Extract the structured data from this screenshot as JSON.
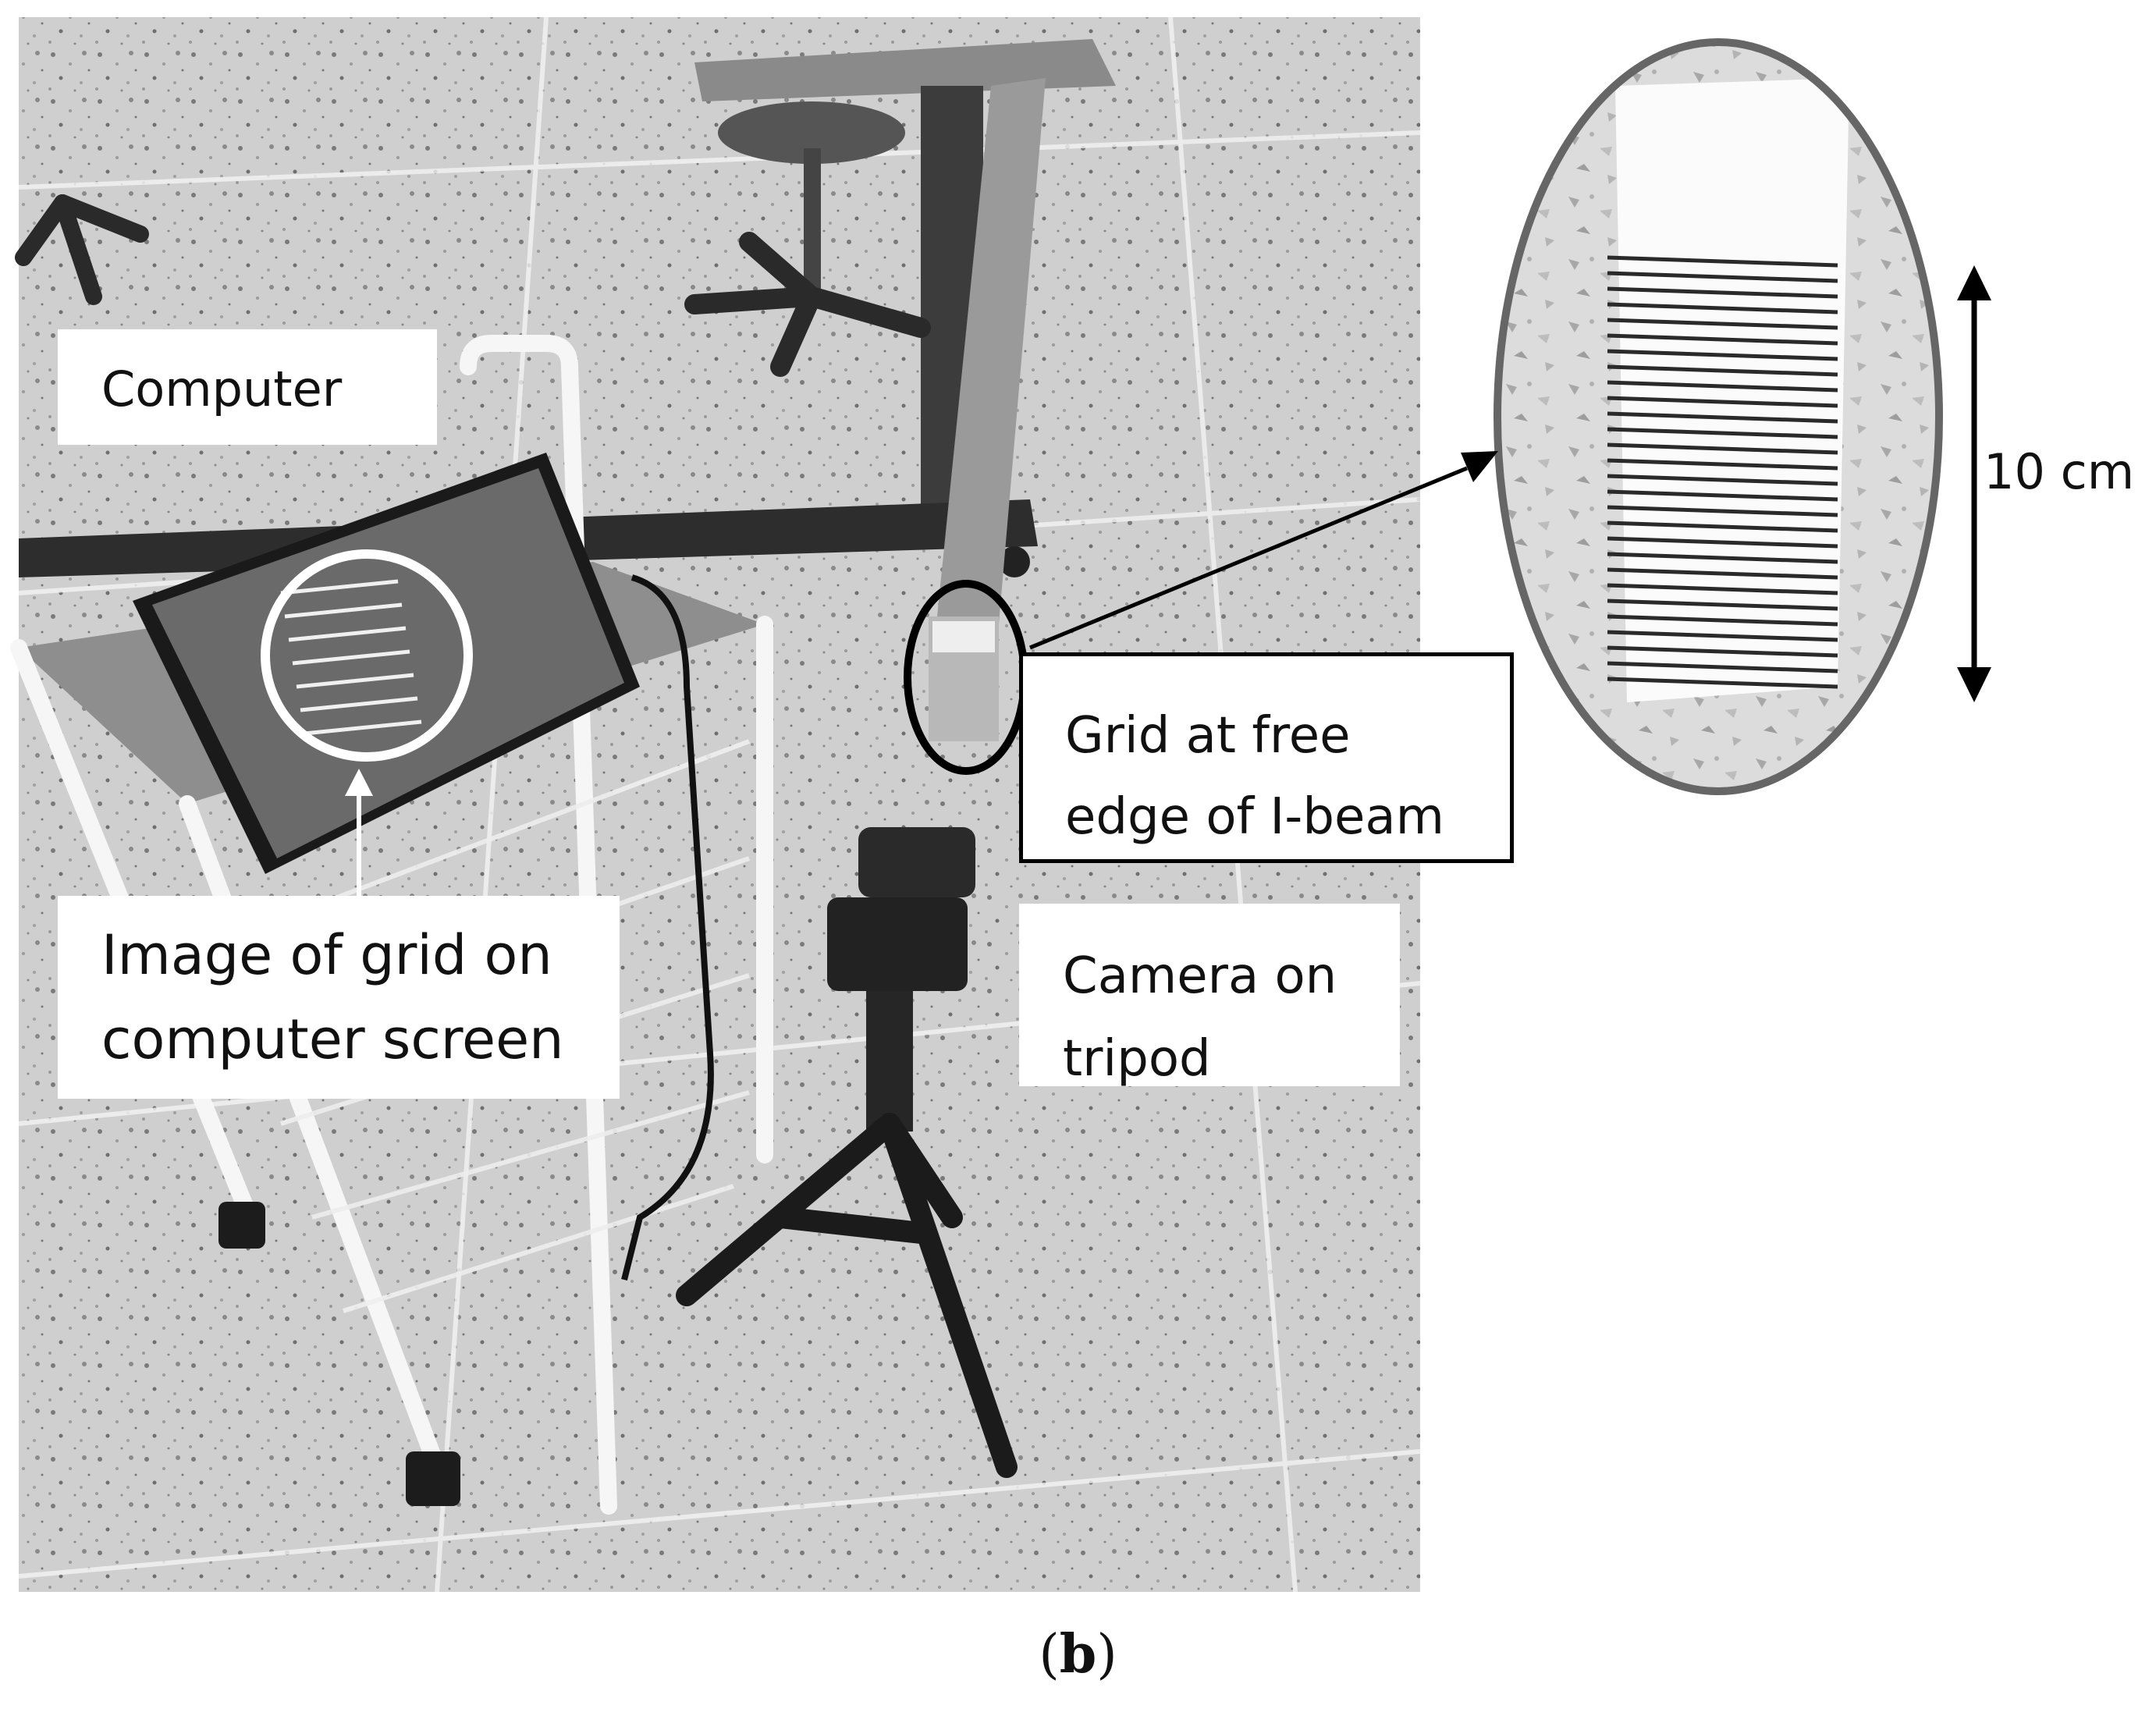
{
  "labels": {
    "computer": "Computer",
    "image_line1": "Image of grid on",
    "image_line2": "computer screen",
    "grid_line1": "Grid at free",
    "grid_line2": "edge of I-beam",
    "camera_line1": "Camera on",
    "camera_line2": "tripod",
    "dimension": "10 cm"
  },
  "caption": {
    "open": "(",
    "letter": "b",
    "close": ")"
  },
  "colors": {
    "floor": "#c9c9c9",
    "ellipse_border": "#666666",
    "arrow": "#000000"
  }
}
